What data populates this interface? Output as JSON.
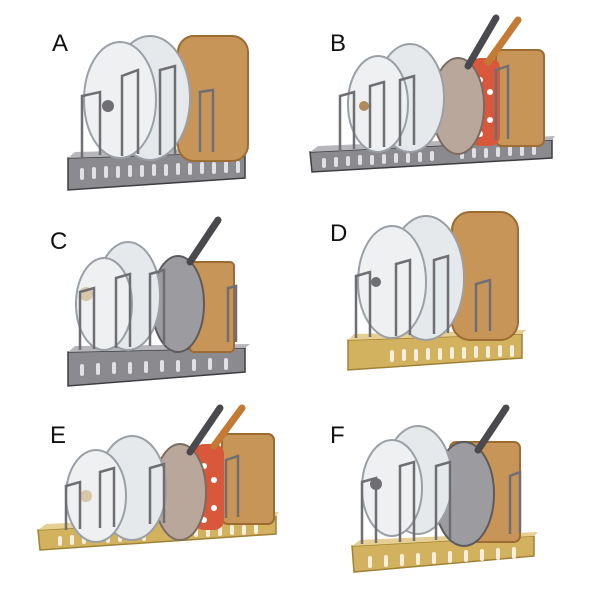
{
  "panels": [
    {
      "label": "A",
      "finish": "chrome",
      "layout": "single",
      "contents": [
        "lids",
        "cutting-board"
      ]
    },
    {
      "label": "B",
      "finish": "chrome",
      "layout": "double",
      "contents": [
        "lids",
        "pans",
        "cutting-board"
      ]
    },
    {
      "label": "C",
      "finish": "chrome",
      "layout": "single",
      "contents": [
        "lids",
        "pan",
        "cutting-board"
      ]
    },
    {
      "label": "D",
      "finish": "gold",
      "layout": "single",
      "contents": [
        "lids",
        "cutting-board"
      ]
    },
    {
      "label": "E",
      "finish": "gold",
      "layout": "double",
      "contents": [
        "lids",
        "pans",
        "cutting-board"
      ]
    },
    {
      "label": "F",
      "finish": "gold",
      "layout": "single",
      "contents": [
        "lids",
        "pan",
        "cutting-board"
      ]
    }
  ],
  "colors": {
    "background": "#ffffff",
    "chrome": "#6f6f73",
    "chrome_dark": "#3e3e42",
    "gold": "#d2b25e",
    "gold_dark": "#9f8235",
    "wood": "#c89558",
    "wood_dark": "#9c6c33",
    "lid": "#e6e9ec",
    "pan": "#9b9ba0",
    "handle": "#c47a33",
    "dots": "#d9573a"
  }
}
